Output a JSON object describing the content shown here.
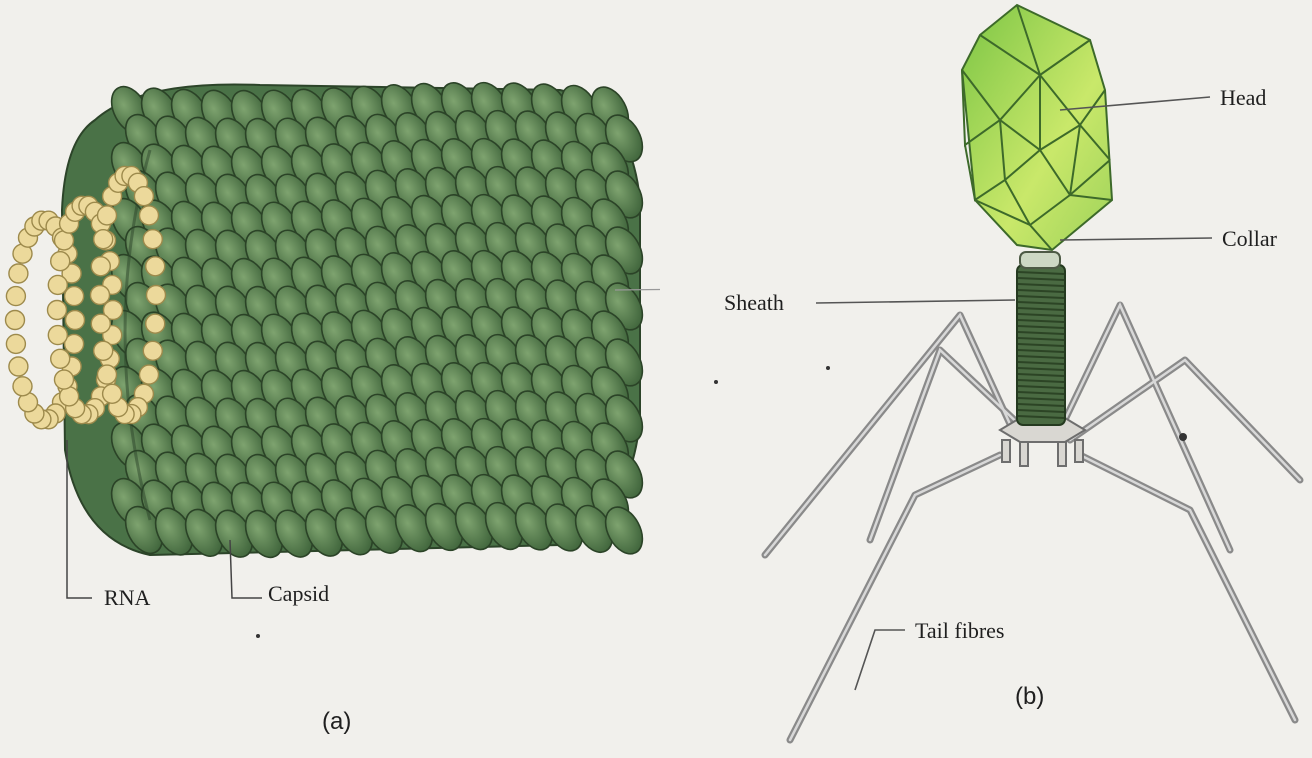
{
  "figure_a": {
    "caption": "(a)",
    "labels": {
      "rna": "RNA",
      "capsid": "Capsid"
    },
    "colors": {
      "capsid": "#4f7a4c",
      "capsid_dark": "#2f4a2d",
      "rna_bead": "#e8d79a"
    }
  },
  "figure_b": {
    "caption": "(b)",
    "labels": {
      "head": "Head",
      "collar": "Collar",
      "sheath": "Sheath",
      "tail_fibres": "Tail fibres"
    },
    "colors": {
      "head": "#9fdc4f",
      "sheath": "#3f5a38",
      "fibre": "#8e8e8e"
    }
  }
}
